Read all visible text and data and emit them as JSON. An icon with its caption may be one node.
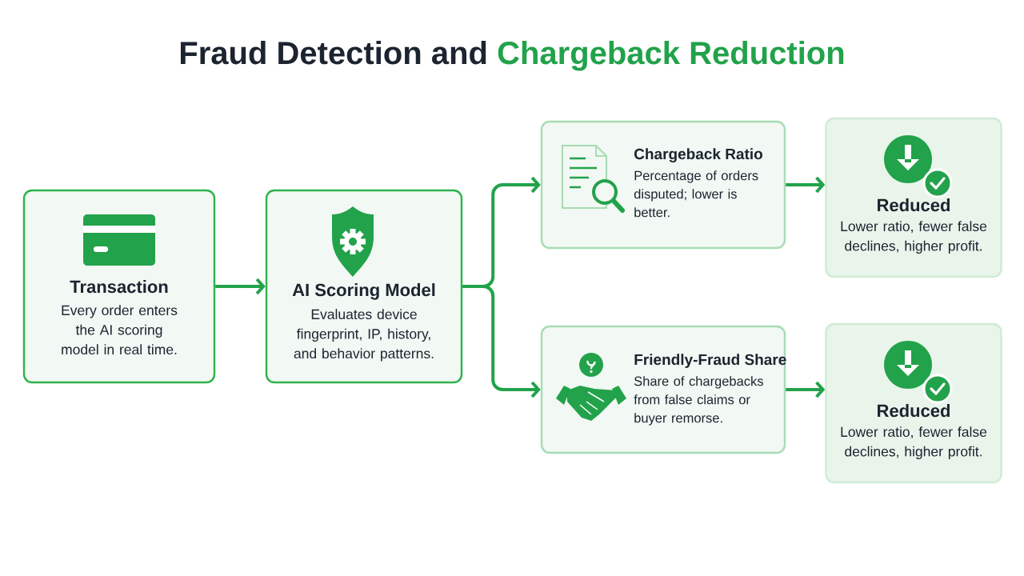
{
  "diagram": {
    "title": "Fraud Detection and",
    "nodes": [
      {
        "text": [
          "Transaction",
          "Every order enters the AI scoring model in real time."
        ]
      },
      {
        "text": [
          "AI Scoring Model",
          "Evaluates device fingerprint, IP, history, and behavior patterns."
        ]
      },
      {
        "text": [
          "Chargeback Ratio",
          "Percentage of orders disputed; lower is better."
        ]
      },
      {
        "text": [
          "Friendly-Fraud Share",
          "Share of chargebacks from false claims or buyer remorse."
        ]
      },
      {
        "text": [
          "Reduced",
          "Lower ratio, fewer false declines, higher profit."
        ]
      },
      {
        "text": [
          "Reduced",
          "Lower ratio, fewer false declines, higher profit."
        ]
      }
    ],
    "edges": [
      {
        "from": 0,
        "to": 1,
        "arrow": "to"
      },
      {
        "from": 1,
        "to": 2,
        "arrow": "to"
      },
      {
        "from": 1,
        "to": 3,
        "arrow": "to"
      },
      {
        "from": 2,
        "to": 4,
        "arrow": "to"
      },
      {
        "from": 3,
        "to": 5,
        "arrow": "to"
      }
    ],
    "labels": [
      "Chargeback Reduction"
    ]
  }
}
